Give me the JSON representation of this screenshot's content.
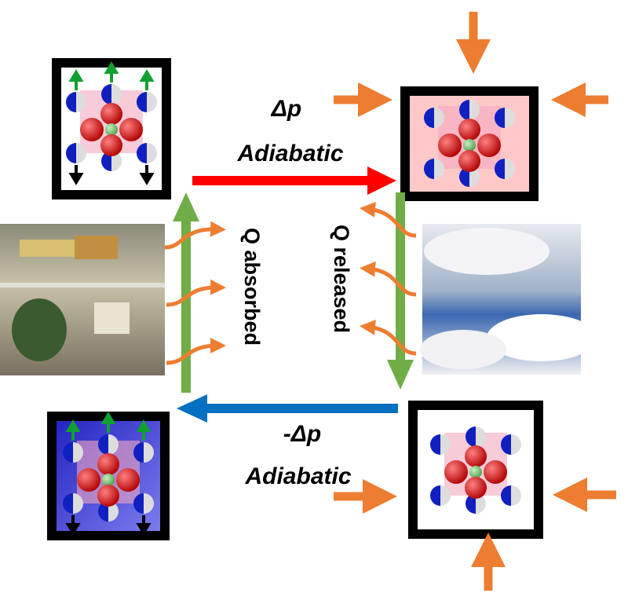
{
  "labels": {
    "top_delta": "Δp",
    "top_process": "Adiabatic",
    "bottom_delta": "-Δp",
    "bottom_process": "Adiabatic",
    "left_heat": "Q absorbed",
    "right_heat": "Q released"
  },
  "images": {
    "left_photo": "refrigerator-interior",
    "right_photo": "cloudy-sky"
  },
  "colors": {
    "red_arrow": "#ff0000",
    "blue_arrow": "#0070c0",
    "green_arrow": "#70ad47",
    "orange_arrow": "#ed7d31",
    "pink_cell": "#f7c6cf",
    "blue_cell": "#4a4ad8"
  }
}
